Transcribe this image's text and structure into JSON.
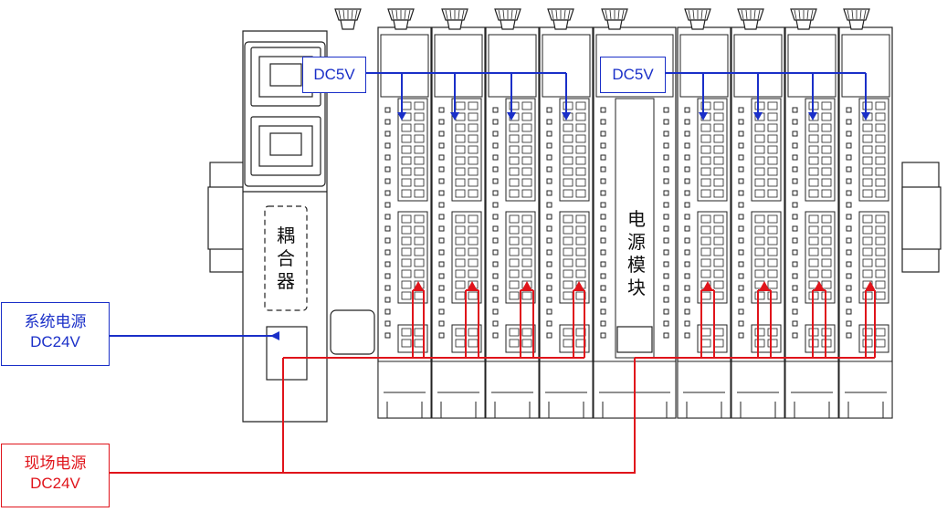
{
  "labels": {
    "dc5v_left": "DC5V",
    "dc5v_right": "DC5V",
    "system_power_line1": "系统电源",
    "system_power_line2": "DC24V",
    "field_power_line1": "现场电源",
    "field_power_line2": "DC24V",
    "coupler_text": "耦合器",
    "power_module_text": "电源模块"
  },
  "colors": {
    "bus_5v": "#1a2fc8",
    "system_24v": "#1a2fc8",
    "field_24v": "#e0141b",
    "outline": "#222222"
  },
  "components": {
    "left_io_modules": 4,
    "right_io_modules": 4,
    "knobs": 10
  },
  "icons": [
    "ethernet-port-icon",
    "ethernet-port-icon",
    "terminal-block-icon",
    "din-rail-icon"
  ]
}
